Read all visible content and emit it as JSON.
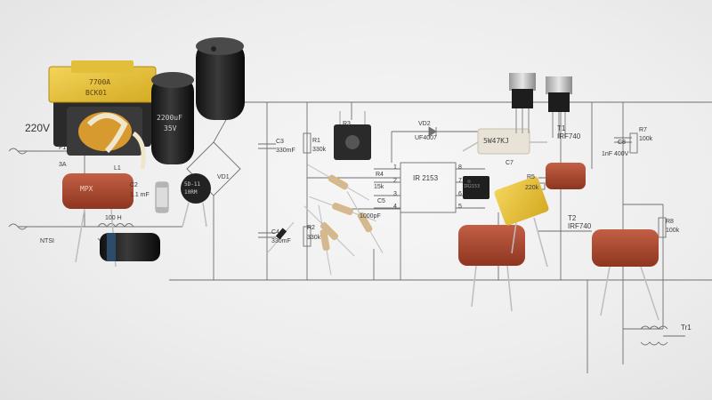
{
  "schematic": {
    "supply_label": "220V",
    "ic_label": "IR 2153",
    "pins": [
      "1",
      "2",
      "3",
      "4",
      "8",
      "7",
      "6",
      "5"
    ],
    "fuse": {
      "ref": "F1",
      "rating": "3A"
    },
    "inductor1": {
      "ref": "L1",
      "value": "100 H"
    },
    "thermistor": {
      "ref": "NTSI"
    },
    "cap_c2": {
      "ref": "C2",
      "value": "1.1 mF"
    },
    "bridge": {
      "ref": "VD1"
    },
    "r1": {
      "ref": "R1",
      "value": "330k"
    },
    "r2": {
      "ref": "R2",
      "value": "330k"
    },
    "r3": {
      "ref": "R3"
    },
    "r4": {
      "ref": "R4",
      "value": "15k"
    },
    "r5": {
      "ref": "R5",
      "value": "220k"
    },
    "r7": {
      "ref": "R7",
      "value": "100k"
    },
    "r8": {
      "ref": "R8",
      "value": "100k"
    },
    "c3": {
      "ref": "C3",
      "value": "330mF"
    },
    "c4": {
      "ref": "C4",
      "value": "330mF"
    },
    "c5": {
      "ref": "C5",
      "value": "1000pF"
    },
    "c7": {
      "ref": "C7"
    },
    "c8": {
      "ref": "C8",
      "value": "1nF 400V"
    },
    "vd2": {
      "ref": "VD2",
      "value": "UF4007"
    },
    "t1": {
      "ref": "T1",
      "value": "IRF740"
    },
    "t2": {
      "ref": "T2",
      "value": "IRF740"
    },
    "tr1": {
      "ref": "Tr1"
    }
  },
  "parts": {
    "transformer_marking": "7700A",
    "transformer_code": "BCK01",
    "cap_marking": "2200uF",
    "cap_marking_2": "35V",
    "ntc_marking": "5D-11",
    "ntc_marking_2": "10RM",
    "power_resistor_marking": "5W47KJ",
    "film_cap_marking": "MPX",
    "dip_ic": "IR2153"
  },
  "colors": {
    "paper": "#efefef",
    "ink": "#6a6a6a",
    "film_cap": "#a4432a",
    "yellow_cap": "#e8c640",
    "transformer": "#e3b531",
    "ceramic": "#e6e1d3"
  }
}
